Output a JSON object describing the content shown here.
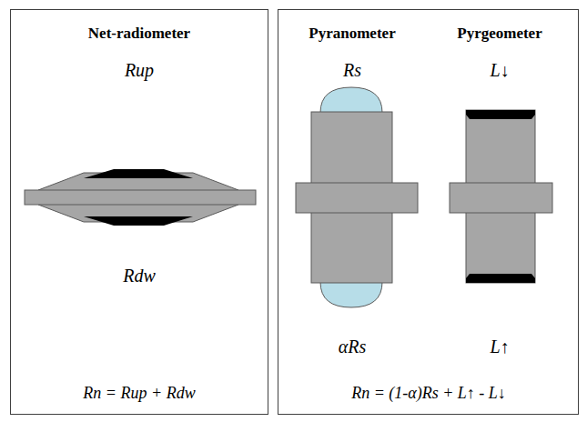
{
  "diagram": {
    "nodes": [
      {
        "text": [
          "Net-radiometer",
          "Rup",
          "Rdw",
          "Rn = Rup + Rdw"
        ]
      },
      {
        "text": [
          "Pyranometer",
          "Pyrgeometer",
          "Rs",
          "L↓",
          "αRs",
          "L↑",
          "Rn = (1-α)Rs + L↑ - L↓"
        ]
      }
    ]
  }
}
